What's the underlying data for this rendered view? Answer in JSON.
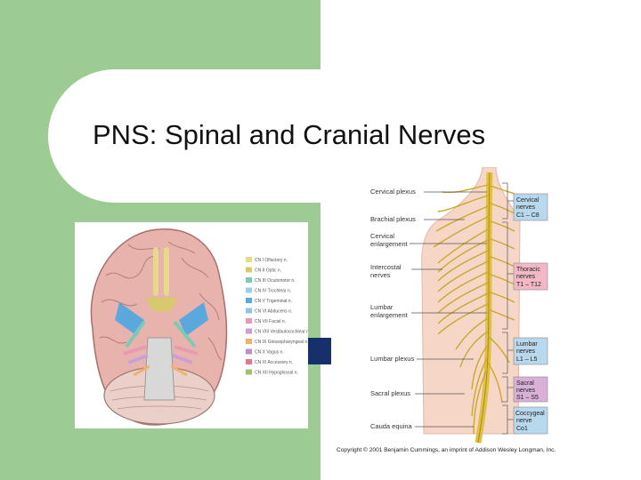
{
  "slide": {
    "title": "PNS:  Spinal and Cranial Nerves"
  },
  "theme": {
    "panel_color": "#9ccc94",
    "accent_color": "#17306a"
  },
  "brain_figure": {
    "legend": [
      {
        "code": "CN I",
        "name": "Olfactory n.",
        "color": "#e6d98a"
      },
      {
        "code": "CN II",
        "name": "Optic n.",
        "color": "#d9c96e"
      },
      {
        "code": "CN III",
        "name": "Oculomotor n.",
        "color": "#7fc8b8"
      },
      {
        "code": "CN IV",
        "name": "Trochlear n.",
        "color": "#9ad0e0"
      },
      {
        "code": "CN V",
        "name": "Trigeminal n.",
        "color": "#5aa8dc"
      },
      {
        "code": "CN VI",
        "name": "Abducens n.",
        "color": "#8fc7d8"
      },
      {
        "code": "CN VII",
        "name": "Facial n.",
        "color": "#e89ab0"
      },
      {
        "code": "CN VIII",
        "name": "Vestibulocochlear n.",
        "color": "#c8a0d8"
      },
      {
        "code": "CN IX",
        "name": "Glossopharyngeal n.",
        "color": "#f0b070"
      },
      {
        "code": "CN X",
        "name": "Vagus n.",
        "color": "#b890d0"
      },
      {
        "code": "CN XI",
        "name": "Accessory n.",
        "color": "#e07890"
      },
      {
        "code": "CN XII",
        "name": "Hypoglossal n.",
        "color": "#a0c070"
      }
    ]
  },
  "spine_figure": {
    "left_labels": {
      "cervical_plexus": "Cervical plexus",
      "brachial_plexus": "Brachial plexus",
      "cervical_enlargement_1": "Cervical",
      "cervical_enlargement_2": "enlargement",
      "intercostal_1": "Intercostal",
      "intercostal_2": "nerves",
      "lumbar_enlargement_1": "Lumbar",
      "lumbar_enlargement_2": "enlargement",
      "lumbar_plexus": "Lumbar plexus",
      "sacral_plexus": "Sacral plexus",
      "cauda_equina": "Cauda equina"
    },
    "boxes": [
      {
        "line1": "Cervical",
        "line2": "nerves",
        "line3": "C1 – C8",
        "color": "#b8d8ee"
      },
      {
        "line1": "Thoracic",
        "line2": "nerves",
        "line3": "T1 – T12",
        "color": "#f2b8c6"
      },
      {
        "line1": "Lumbar",
        "line2": "nerves",
        "line3": "L1 – L5",
        "color": "#b8d8ee"
      },
      {
        "line1": "Sacral",
        "line2": "nerves",
        "line3": "S1 – S5",
        "color": "#d9b0d8"
      },
      {
        "line1": "Coccygeal",
        "line2": "nerve",
        "line3": "Co1",
        "color": "#b8d8ee"
      }
    ],
    "copyright": "Copyright © 2001 Benjamin Cummings, an imprint of Addison Wesley Longman, Inc."
  }
}
